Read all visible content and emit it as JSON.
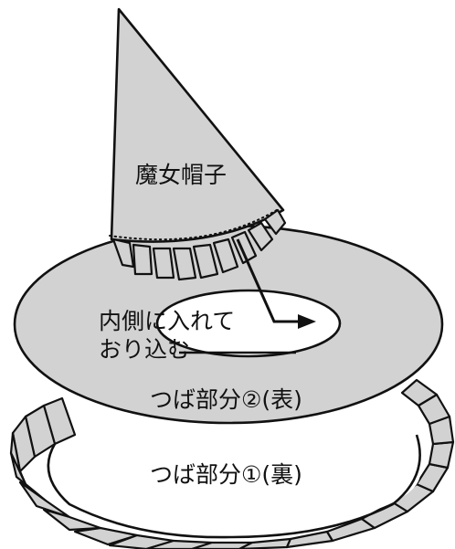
{
  "labels": {
    "hat": "魔女帽子",
    "fold_line1": "内側に入れて",
    "fold_line2": "おり込む",
    "brim_front": "つば部分②(表)",
    "brim_back": "つば部分①(裏)"
  },
  "colors": {
    "fill": "#d2d2d2",
    "stroke": "#111111",
    "background": "#ffffff"
  },
  "icons": {
    "arrow": "arrow-right-icon"
  }
}
